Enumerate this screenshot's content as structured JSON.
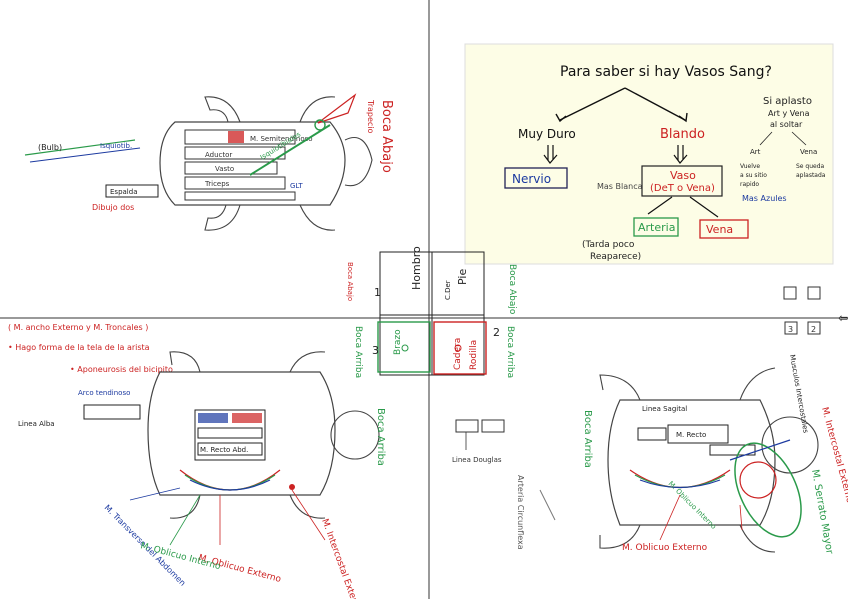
{
  "flowchart": {
    "question": "Para saber si hay Vasos Sang?",
    "muy_duro": "Muy Duro",
    "blando": "Blando",
    "nervio": "Nervio",
    "vaso": "Vaso",
    "vaso_sub": "(DeT o Vena)",
    "arteria": "Arteria",
    "vena": "Vena",
    "mas_blanca": "Mas Blanca",
    "mas_azules": "Mas Azules",
    "tarda_poco": "(Tarda poco",
    "reaparece": "Reaparece)",
    "si_aplasto": "Si aplasto",
    "art_y_vena": "Art y Vena",
    "al_soltar": "al soltar",
    "art": "Art",
    "vena_note": "Vena",
    "vuelve": "Vuelve",
    "a_su_sitio": "a su sitio",
    "rapido": "rapido",
    "se_queda": "Se queda",
    "aplastada": "aplastada"
  },
  "center": {
    "pie": "Pie",
    "pie_sub": "C.Der",
    "hombro": "Hombro",
    "brazo": "Brazo",
    "n1": "1",
    "n2": "2",
    "n3": "3",
    "boca_abajo": "Boca Abajo",
    "boca_arriba": "Boca Arriba",
    "cadera": "Cadera",
    "rodilla": "Rodilla",
    "boca_abajo_small": "Boca Abajo",
    "boca_arriba_small": "Boca Arriba"
  },
  "top_left": {
    "title": "Boca Abajo",
    "semitendinoso": "M. Semitendinoso",
    "aductor": "Aductor",
    "vasto": "Vasto",
    "triceps": "Triceps",
    "ischiotib": "Isquiotibiales",
    "glt": "GLT",
    "trapecio": "Trapecio",
    "bulb_note": "(Bulb)",
    "ischio_blue": "Isquiotib.",
    "espalda": "Espalda",
    "dibujo_dos": "Dibujo dos"
  },
  "bottom_left": {
    "note1": "( M. ancho Externo y M. Troncales )",
    "note2": "• Hago forma de la tela de la arista",
    "note3": "• Aponeurosis del bicipito",
    "arco_tendinoso": "Arco tendinoso",
    "linea_alba": "Linea Alba",
    "boca_arriba": "Boca Arriba",
    "m_recto": "M. Recto Abd.",
    "m_oblicuo_ext": "M. Oblicuo Externo",
    "m_transverso": "M. Transverso del Abdomen",
    "m_oblicuo_int": "M. Oblicuo Interno",
    "m_intercostal": "M. Intercostal Externo"
  },
  "bottom_right": {
    "boca_arriba": "Boca Arriba",
    "m_intercostal": "M. Intercostal Externo",
    "m_oblicuo_int": "M. Oblicuo Interno",
    "m_oblicuo_ext": "M. Oblicuo Externo",
    "linea_sagital": "Linea Sagital",
    "linea_douglas": "Linea Douglas",
    "arteria_circunflexa": "Arteria Circunflexa",
    "musculos_interc": "Musculos Intercostales",
    "m_recto": "M. Recto",
    "m_serrato": "M. Serrato Mayor",
    "sq3": "3",
    "sq2": "2"
  }
}
